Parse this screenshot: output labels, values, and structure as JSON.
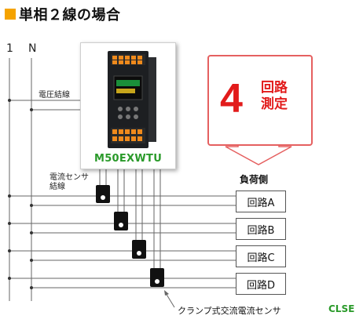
{
  "header": {
    "title": "単相２線の場合",
    "accent_color": "#f5a300"
  },
  "wiring": {
    "phase_1": "1",
    "phase_n": "N",
    "voltage_label": "電圧結線",
    "sensor_label_line1": "電流センサ",
    "sensor_label_line2": "結線"
  },
  "device": {
    "name": "M50EXWTU",
    "name_color": "#2a9a2a"
  },
  "measurement": {
    "count": "4",
    "line1": "回路",
    "line2": "測定",
    "color": "#e21b1b"
  },
  "load": {
    "header": "負荷側",
    "circuits": [
      {
        "label": "回路A"
      },
      {
        "label": "回路B"
      },
      {
        "label": "回路C"
      },
      {
        "label": "回路D"
      }
    ]
  },
  "sensor_product": {
    "label": "クランプ式交流電流センサ",
    "code": "CLSE"
  }
}
